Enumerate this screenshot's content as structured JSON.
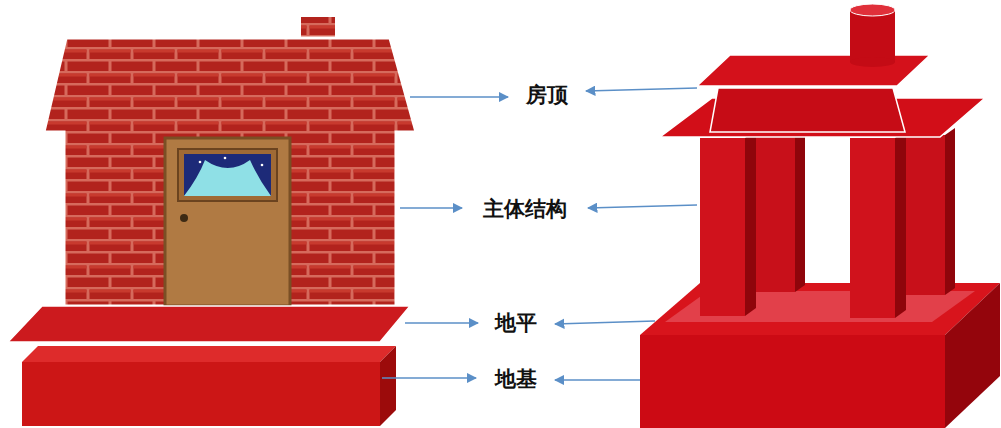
{
  "diagram": {
    "labels": [
      "房顶",
      "主体结构",
      "地平",
      "地基"
    ]
  }
}
